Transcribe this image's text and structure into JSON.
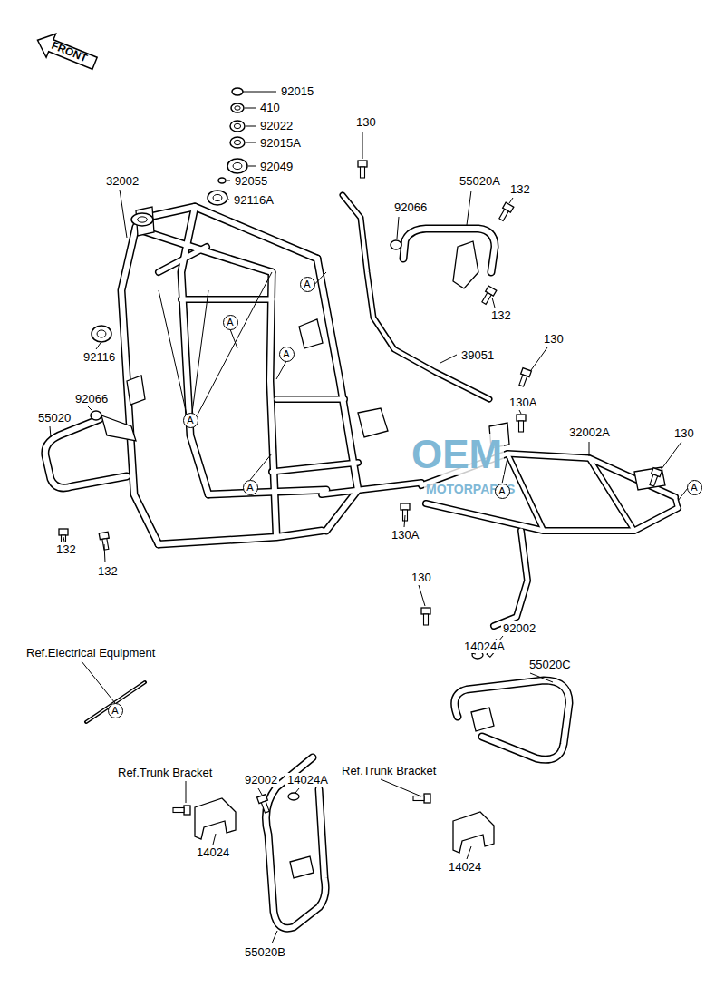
{
  "diagram": {
    "nodes": [
      {
        "text": [
          "FRONT"
        ]
      },
      {
        "text": [
          "A"
        ]
      },
      {
        "text": [
          "A"
        ]
      },
      {
        "text": [
          "A"
        ]
      },
      {
        "text": [
          "A"
        ]
      },
      {
        "text": [
          "A"
        ]
      },
      {
        "text": [
          "A"
        ]
      },
      {
        "text": [
          "A"
        ]
      },
      {
        "text": [
          "A"
        ]
      }
    ],
    "labels": [
      "92015",
      "410",
      "92022",
      "92015A",
      "92049",
      "92055",
      "92116A",
      "32002",
      "130",
      "55020A",
      "132",
      "92066",
      "132",
      "92116",
      "39051",
      "130",
      "130A",
      "32002A",
      "130",
      "92066",
      "55020",
      "132",
      "132",
      "130A",
      "130",
      "92002",
      "14024A",
      "55020C",
      "Ref.Electrical Equipment",
      "Ref.Trunk Bracket",
      "92002",
      "14024A",
      "Ref.Trunk Bracket",
      "14024",
      "14024",
      "55020B",
      "OEM",
      "MOTORPARTS"
    ]
  }
}
